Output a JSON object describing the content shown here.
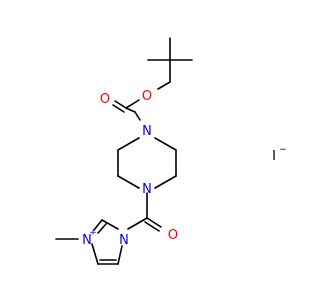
{
  "molecule": {
    "atoms": {
      "o_ester": "O",
      "o_boc_carbonyl": "O",
      "n_top": "N",
      "n_bottom": "N",
      "o_amide": "O",
      "n_imidazolium": "N",
      "n_plus_charge": "+",
      "n_imidazole": "N",
      "iodide": "I",
      "iodide_charge": "−"
    }
  },
  "colors": {
    "bond": "#000000",
    "oxygen": "#ff0000",
    "nitrogen": "#0000ff",
    "iodine": "#000000"
  }
}
